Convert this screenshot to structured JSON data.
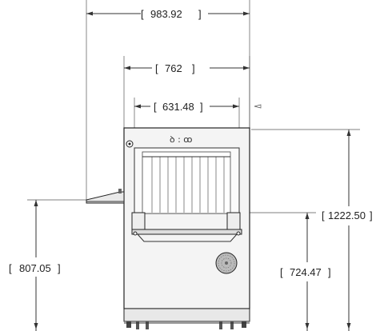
{
  "dimensions": {
    "overall_width": "983.92",
    "frame_width": "762",
    "tunnel_width": "631.48",
    "overall_height": "1222.50",
    "conveyor_height_left": "807.05",
    "conveyor_height_right": "724.47"
  },
  "machine": {
    "control_label": "ꝺ : ꝏ"
  }
}
